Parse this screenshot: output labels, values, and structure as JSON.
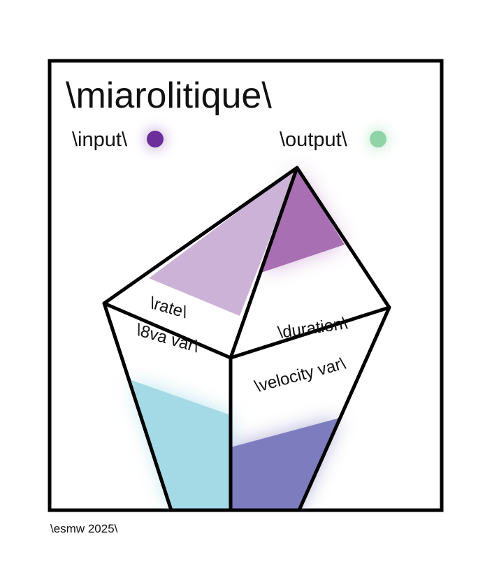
{
  "title": "\\miarolitique\\",
  "legend": {
    "input_label": "\\input\\",
    "output_label": "\\output\\"
  },
  "faces": {
    "rate": "\\rate\\",
    "duration": "\\duration\\",
    "octave_var": "\\8va var\\",
    "velocity_var": "\\velocity var\\"
  },
  "credit": "\\esmw 2025\\",
  "colors": {
    "frame": "#000000",
    "input": "#6b2e9a",
    "output": "#8fd4a6",
    "rate_fill": "#cdb2d8",
    "duration_fill": "#a96fb3",
    "octave_var_fill": "#a4dae6",
    "velocity_var_fill": "#7d7cbe"
  }
}
